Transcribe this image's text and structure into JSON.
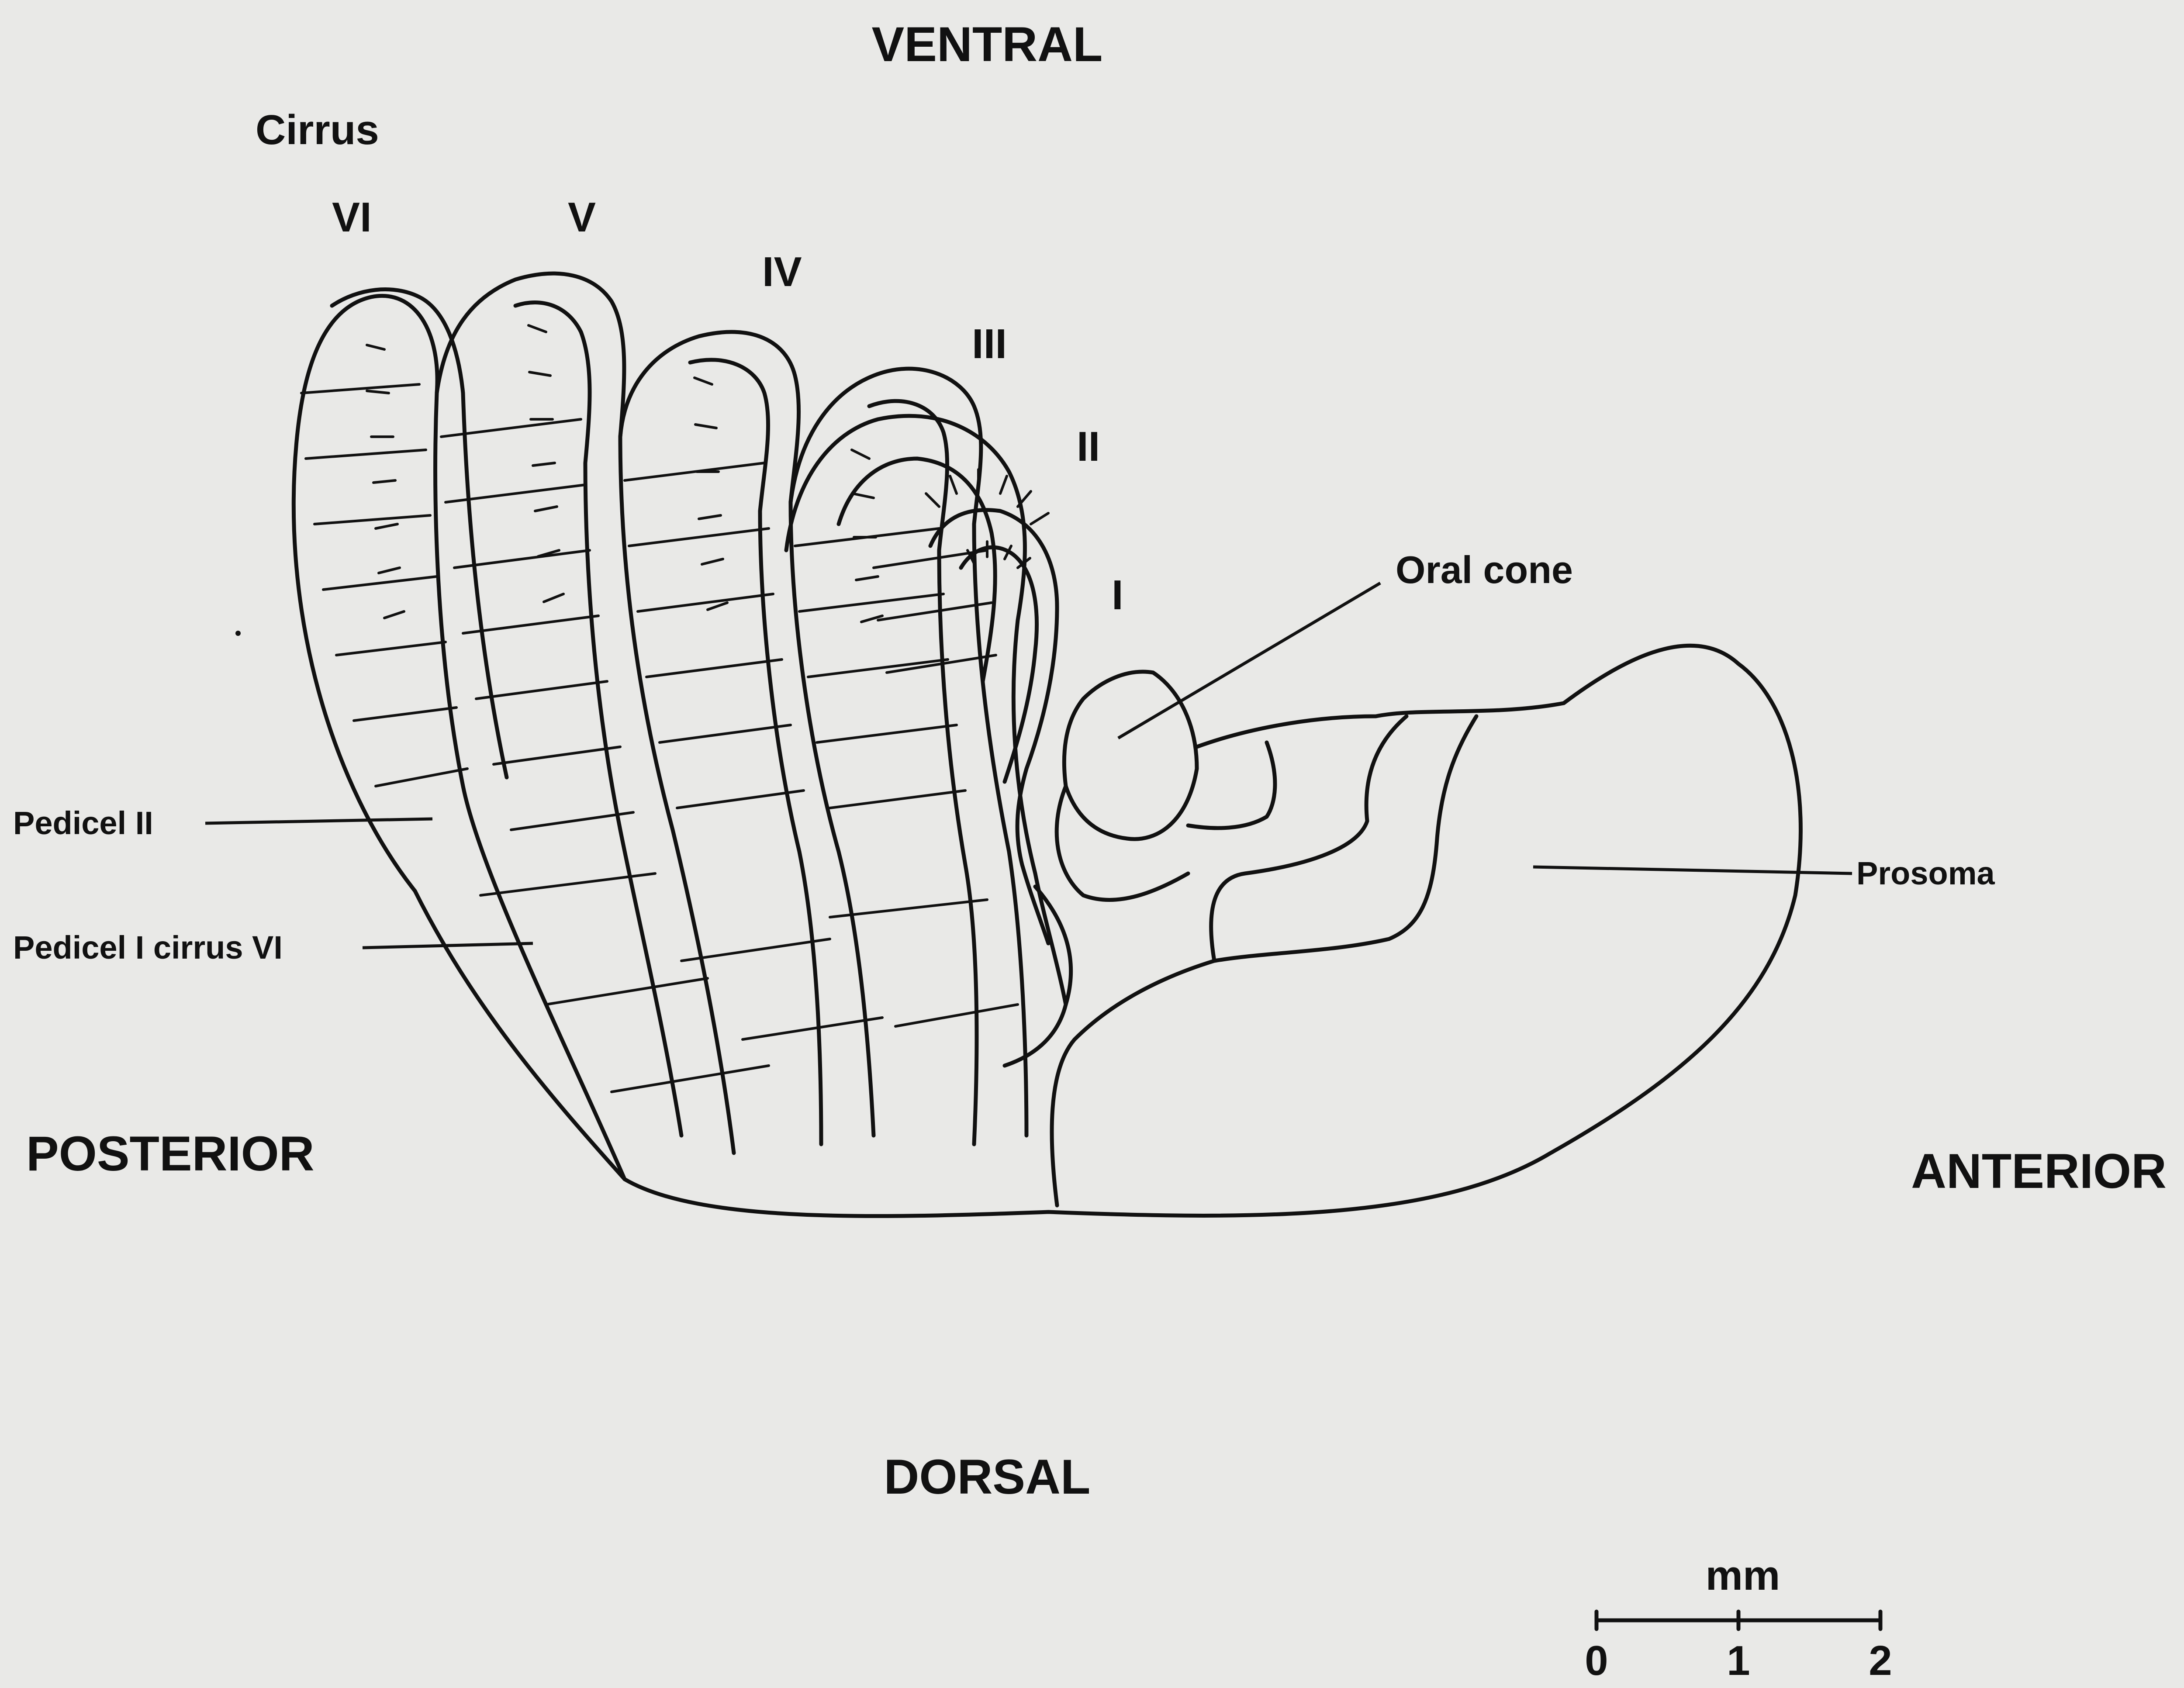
{
  "orientation": {
    "top": "VENTRAL",
    "bottom": "DORSAL",
    "left": "POSTERIOR",
    "right": "ANTERIOR"
  },
  "cirrus_heading": "Cirrus",
  "cirri": [
    "VI",
    "V",
    "IV",
    "III",
    "II",
    "I"
  ],
  "callouts": {
    "oral_cone": "Oral cone",
    "prosoma": "Prosoma",
    "pedicel_ii": "Pedicel II",
    "pedicel_i": "Pedicel I cirrus VI"
  },
  "scale_bar": {
    "unit": "mm",
    "ticks": [
      "0",
      "1",
      "2"
    ]
  },
  "colors": {
    "ink": "#111111",
    "paper": "#e9e9e7"
  }
}
